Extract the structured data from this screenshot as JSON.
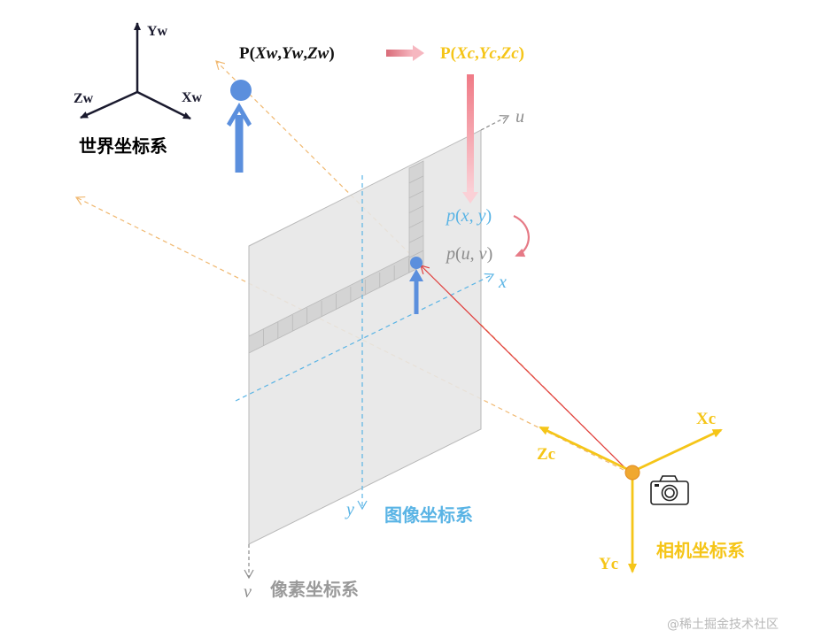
{
  "world": {
    "axis_y": "Yw",
    "axis_x": "Xw",
    "axis_z": "Zw",
    "title": "世界坐标系",
    "point_label": "P(Xw,Yw,Zw)"
  },
  "camera": {
    "point_label": "P(Xc,Yc,Zc)",
    "axis_x": "Xc",
    "axis_y": "Yc",
    "axis_z": "Zc",
    "title": "相机坐标系",
    "icon": "camera-icon"
  },
  "image": {
    "axis_x": "x",
    "axis_y": "y",
    "title": "图像坐标系",
    "point_label": "p(x, y)"
  },
  "pixel": {
    "axis_u": "u",
    "axis_v": "v",
    "title": "像素坐标系",
    "point_label": "p(u, v)"
  },
  "watermark": "@稀土掘金技术社区",
  "colors": {
    "world": "#1a1a2e",
    "camera": "#f5c518",
    "image": "#5ab4e5",
    "pixel": "#8c8c8c",
    "person": "#5b8fdd",
    "ray": "#e03c3c",
    "guide": "#f0b870",
    "plane": "#e6e6e6"
  }
}
